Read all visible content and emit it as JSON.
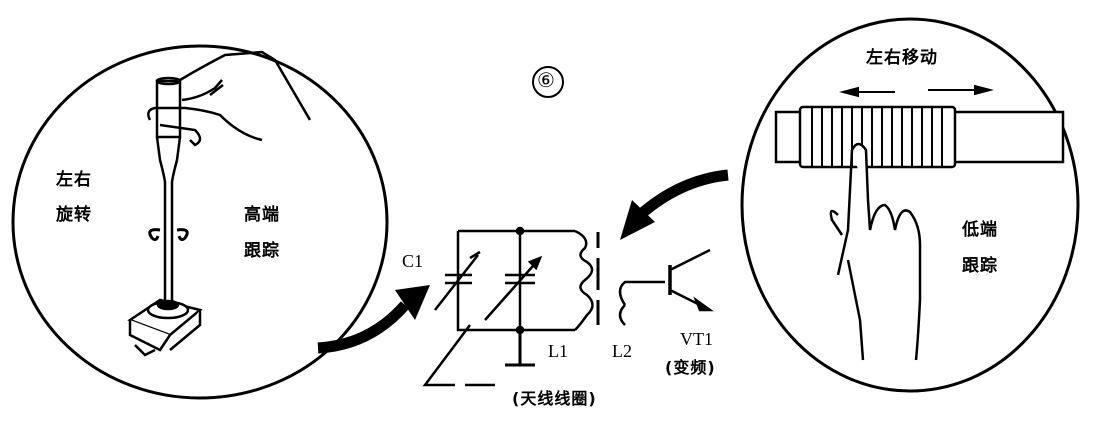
{
  "figure": {
    "number_badge": "⑥",
    "left_panel": {
      "title_line1": "左右",
      "title_line2": "旋转",
      "caption_line1": "高端",
      "caption_line2": "跟踪",
      "depicts": "hand rotating trimmer capacitor with alignment tool"
    },
    "right_panel": {
      "title": "左右移动",
      "caption_line1": "低端",
      "caption_line2": "跟踪",
      "depicts": "finger sliding antenna coil along ferrite rod"
    },
    "circuit": {
      "c1_label": "C1",
      "l1_label": "L1",
      "l2_label": "L2",
      "vt1_label": "VT1",
      "vt1_note": "(变频)",
      "coil_note": "(天线线圈)"
    }
  }
}
